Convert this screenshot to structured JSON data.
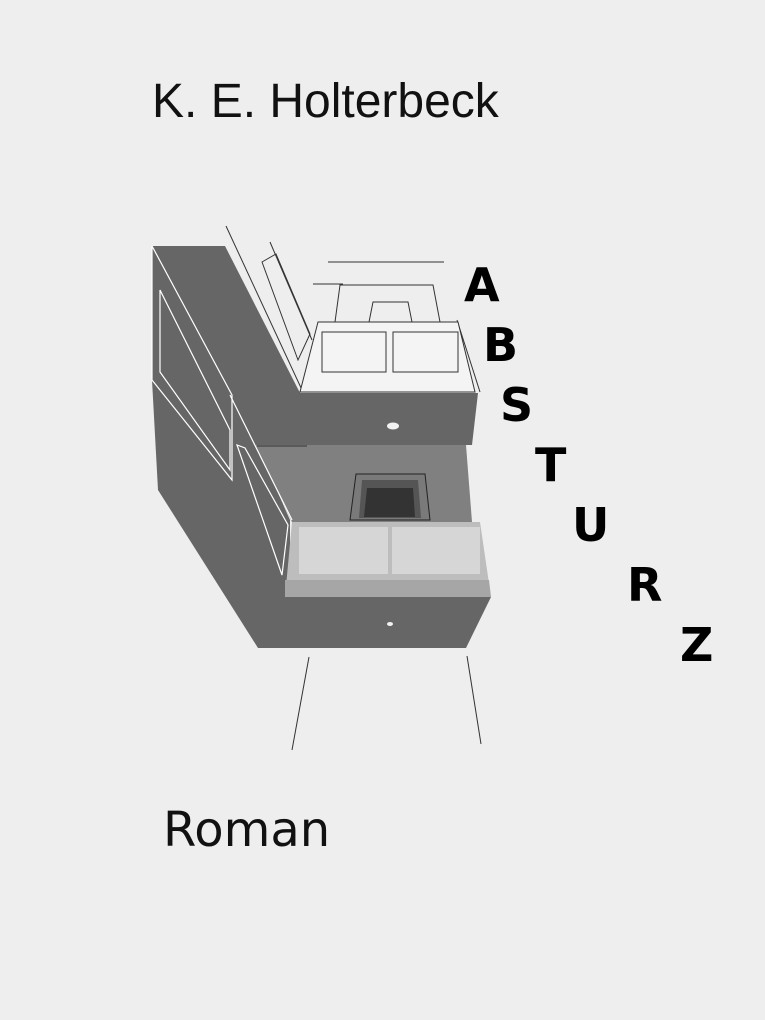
{
  "cover": {
    "author": "K. E. Holterbeck",
    "title_letters": [
      "A",
      "B",
      "S",
      "T",
      "U",
      "R",
      "Z"
    ],
    "subtitle": "Roman"
  },
  "colors": {
    "background": "#eeeeee",
    "text": "#000000",
    "shape_dark": "#666666",
    "shape_mid": "#7f7f7f",
    "shape_light": "#bfbfbf"
  }
}
